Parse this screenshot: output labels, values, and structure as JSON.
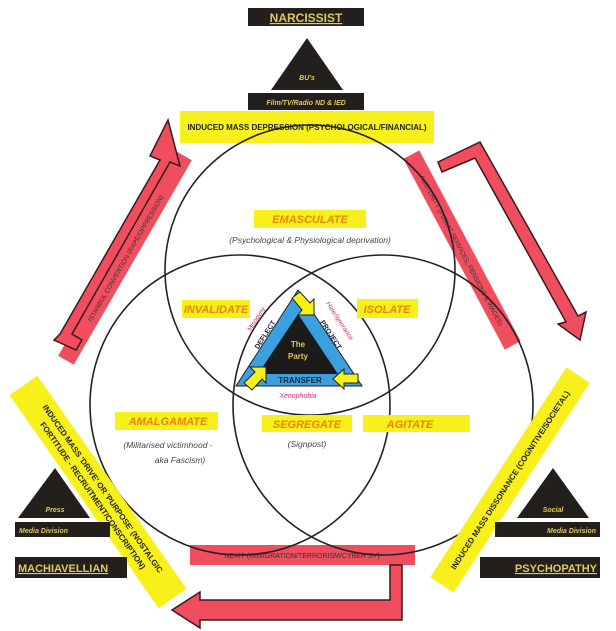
{
  "top": {
    "title": "NARCISSIST",
    "pyramid": "BU's",
    "division": "Film/TV/Radio ND & IED",
    "banner": "INDUCED MASS DEPRESSION (PSYCHOLOGICAL/FINANCIAL)"
  },
  "left": {
    "title": "MACHIAVELLIAN",
    "pyramid": "Press",
    "division": "Media Division",
    "banner_line1": "INDUCED MASS 'DRIVE' OR 'PURPOSE' (NOSTALGIC",
    "banner_line2": "FORTITUDE - RECRUITMENT/CONSCRIPTION)"
  },
  "right": {
    "title": "PSYCHOPATHY",
    "pyramid": "Social",
    "division": "Media Division",
    "banner": "INDUCED MASS DISSONANCE (COGNITIVE/SOCIETAL)"
  },
  "strips": {
    "left": "ISTANBUL CONVENTION (RAPE/OPPRESSION)",
    "right": "AUSTERITY (PUBLIC SERVICES, PENSIONS & WAGES)",
    "bottom": "NEXIT (IMMIGRATION/TERRORISM/CYBER SY)"
  },
  "venn": {
    "emasculate": "EMASCULATE",
    "emasculate_sub": "(Psychological & Physiological deprivation)",
    "invalidate": "INVALIDATE",
    "isolate": "ISOLATE",
    "amalgamate": "AMALGAMATE",
    "amalgamate_sub1": "(Militarised victimhood -",
    "amalgamate_sub2": "aka Fascism)",
    "segregate": "SEGREGATE",
    "segregate_sub": "(Signpost)",
    "agitate": "AGITATE"
  },
  "center": {
    "party_line1": "The",
    "party_line2": "Party",
    "deflect": "DEFLECT",
    "project": "PROJECT",
    "transfer": "TRANSFER",
    "misogyny": "Misogyny",
    "hate": "Hate/Ignorance",
    "xenophobia": "Xenophobia"
  },
  "colors": {
    "yellow": "#f7f01a",
    "red": "#f04e5e",
    "blue": "#3aa0e0",
    "gold": "#e0c85a"
  }
}
